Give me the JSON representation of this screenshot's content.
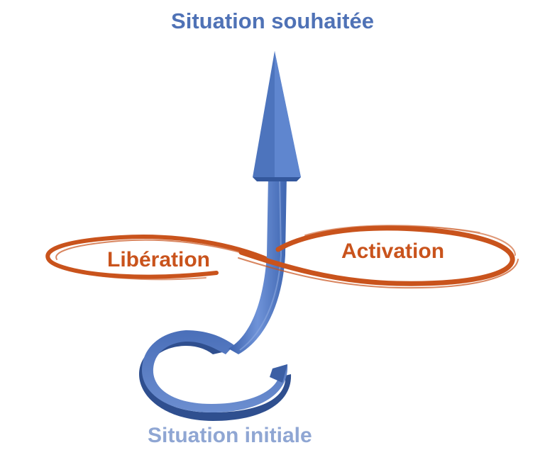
{
  "labels": {
    "target": "Situation souhaitée",
    "start": "Situation initiale",
    "left_loop": "Libération",
    "right_loop": "Activation"
  },
  "colors": {
    "arrow": "#4d74bd",
    "arrow_shadow": "#2f4f8f",
    "loop": "#c9531c",
    "target_text": "#4f72b6",
    "start_text": "#8fa6d3"
  }
}
